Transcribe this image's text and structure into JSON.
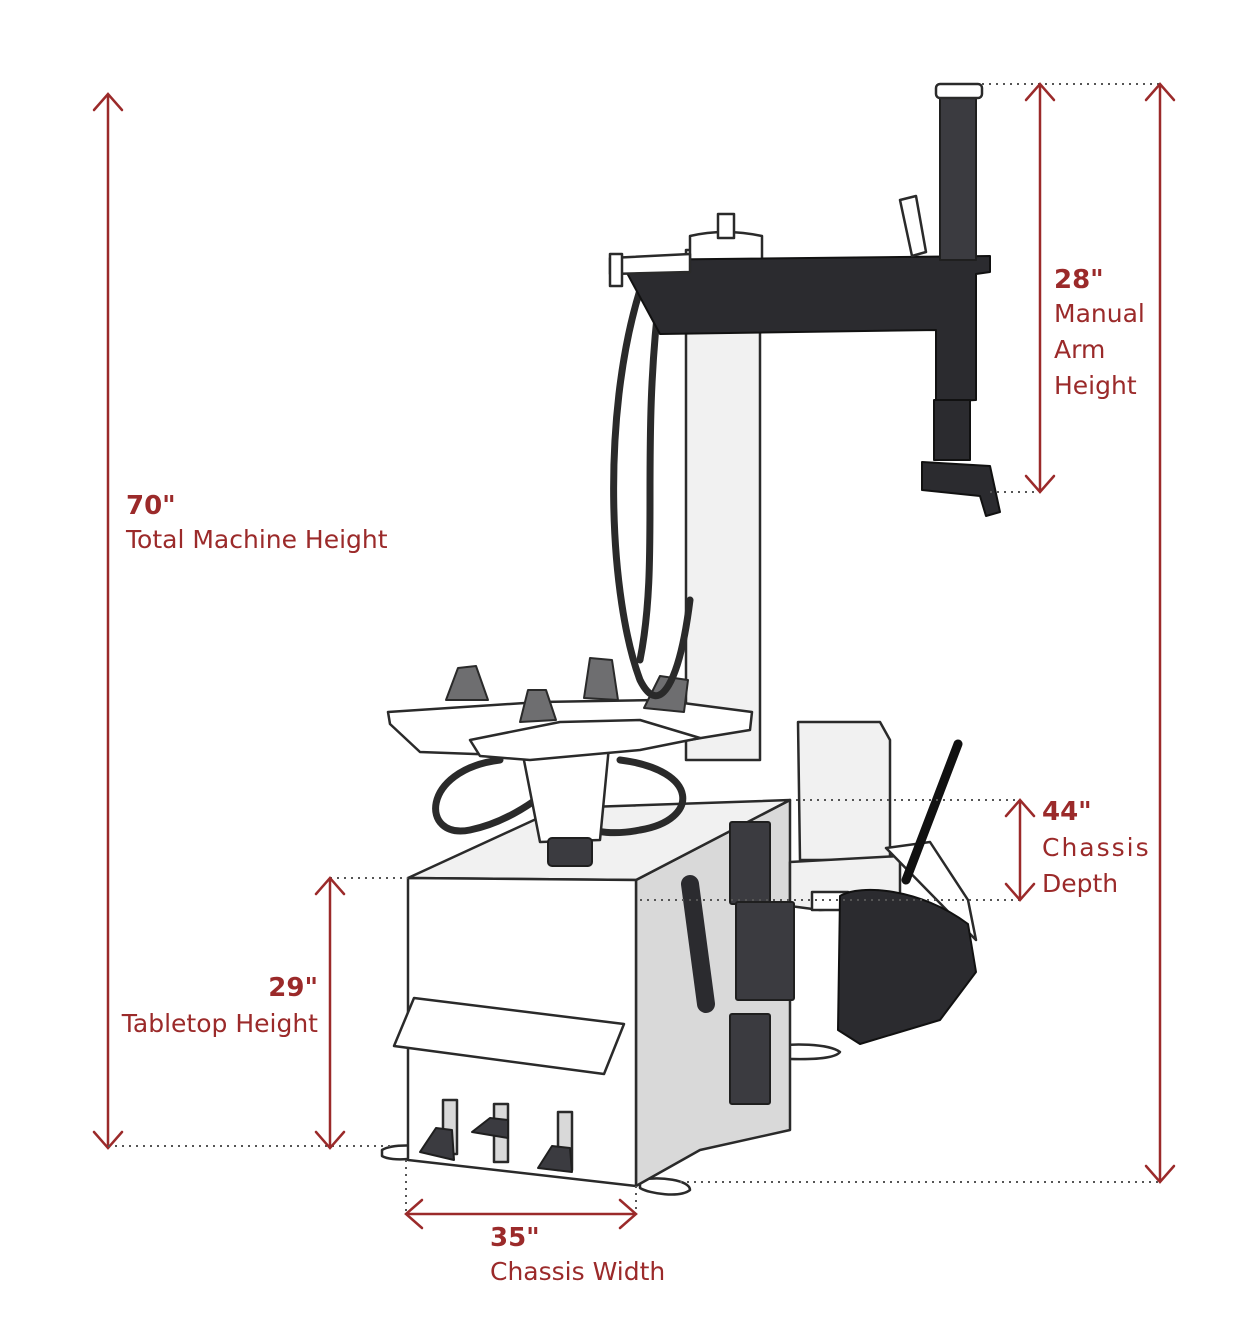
{
  "dimensions": {
    "total_height": {
      "value": "70\"",
      "label_lines": [
        "Total Machine Height"
      ]
    },
    "manual_arm_height": {
      "value": "28\"",
      "label_lines": [
        "Manual",
        "Arm",
        "Height"
      ]
    },
    "chassis_depth": {
      "value": "44\"",
      "label_lines": [
        "Chassis",
        "Depth"
      ]
    },
    "tabletop_height": {
      "value": "29\"",
      "label_lines": [
        "Tabletop Height"
      ]
    },
    "chassis_width": {
      "value": "35\"",
      "label_lines": [
        "Chassis Width"
      ]
    }
  },
  "colors": {
    "dimension_accent": "#9b2a2a",
    "machine_dark": "#3b3b40",
    "machine_light": "#f1f1f1"
  }
}
